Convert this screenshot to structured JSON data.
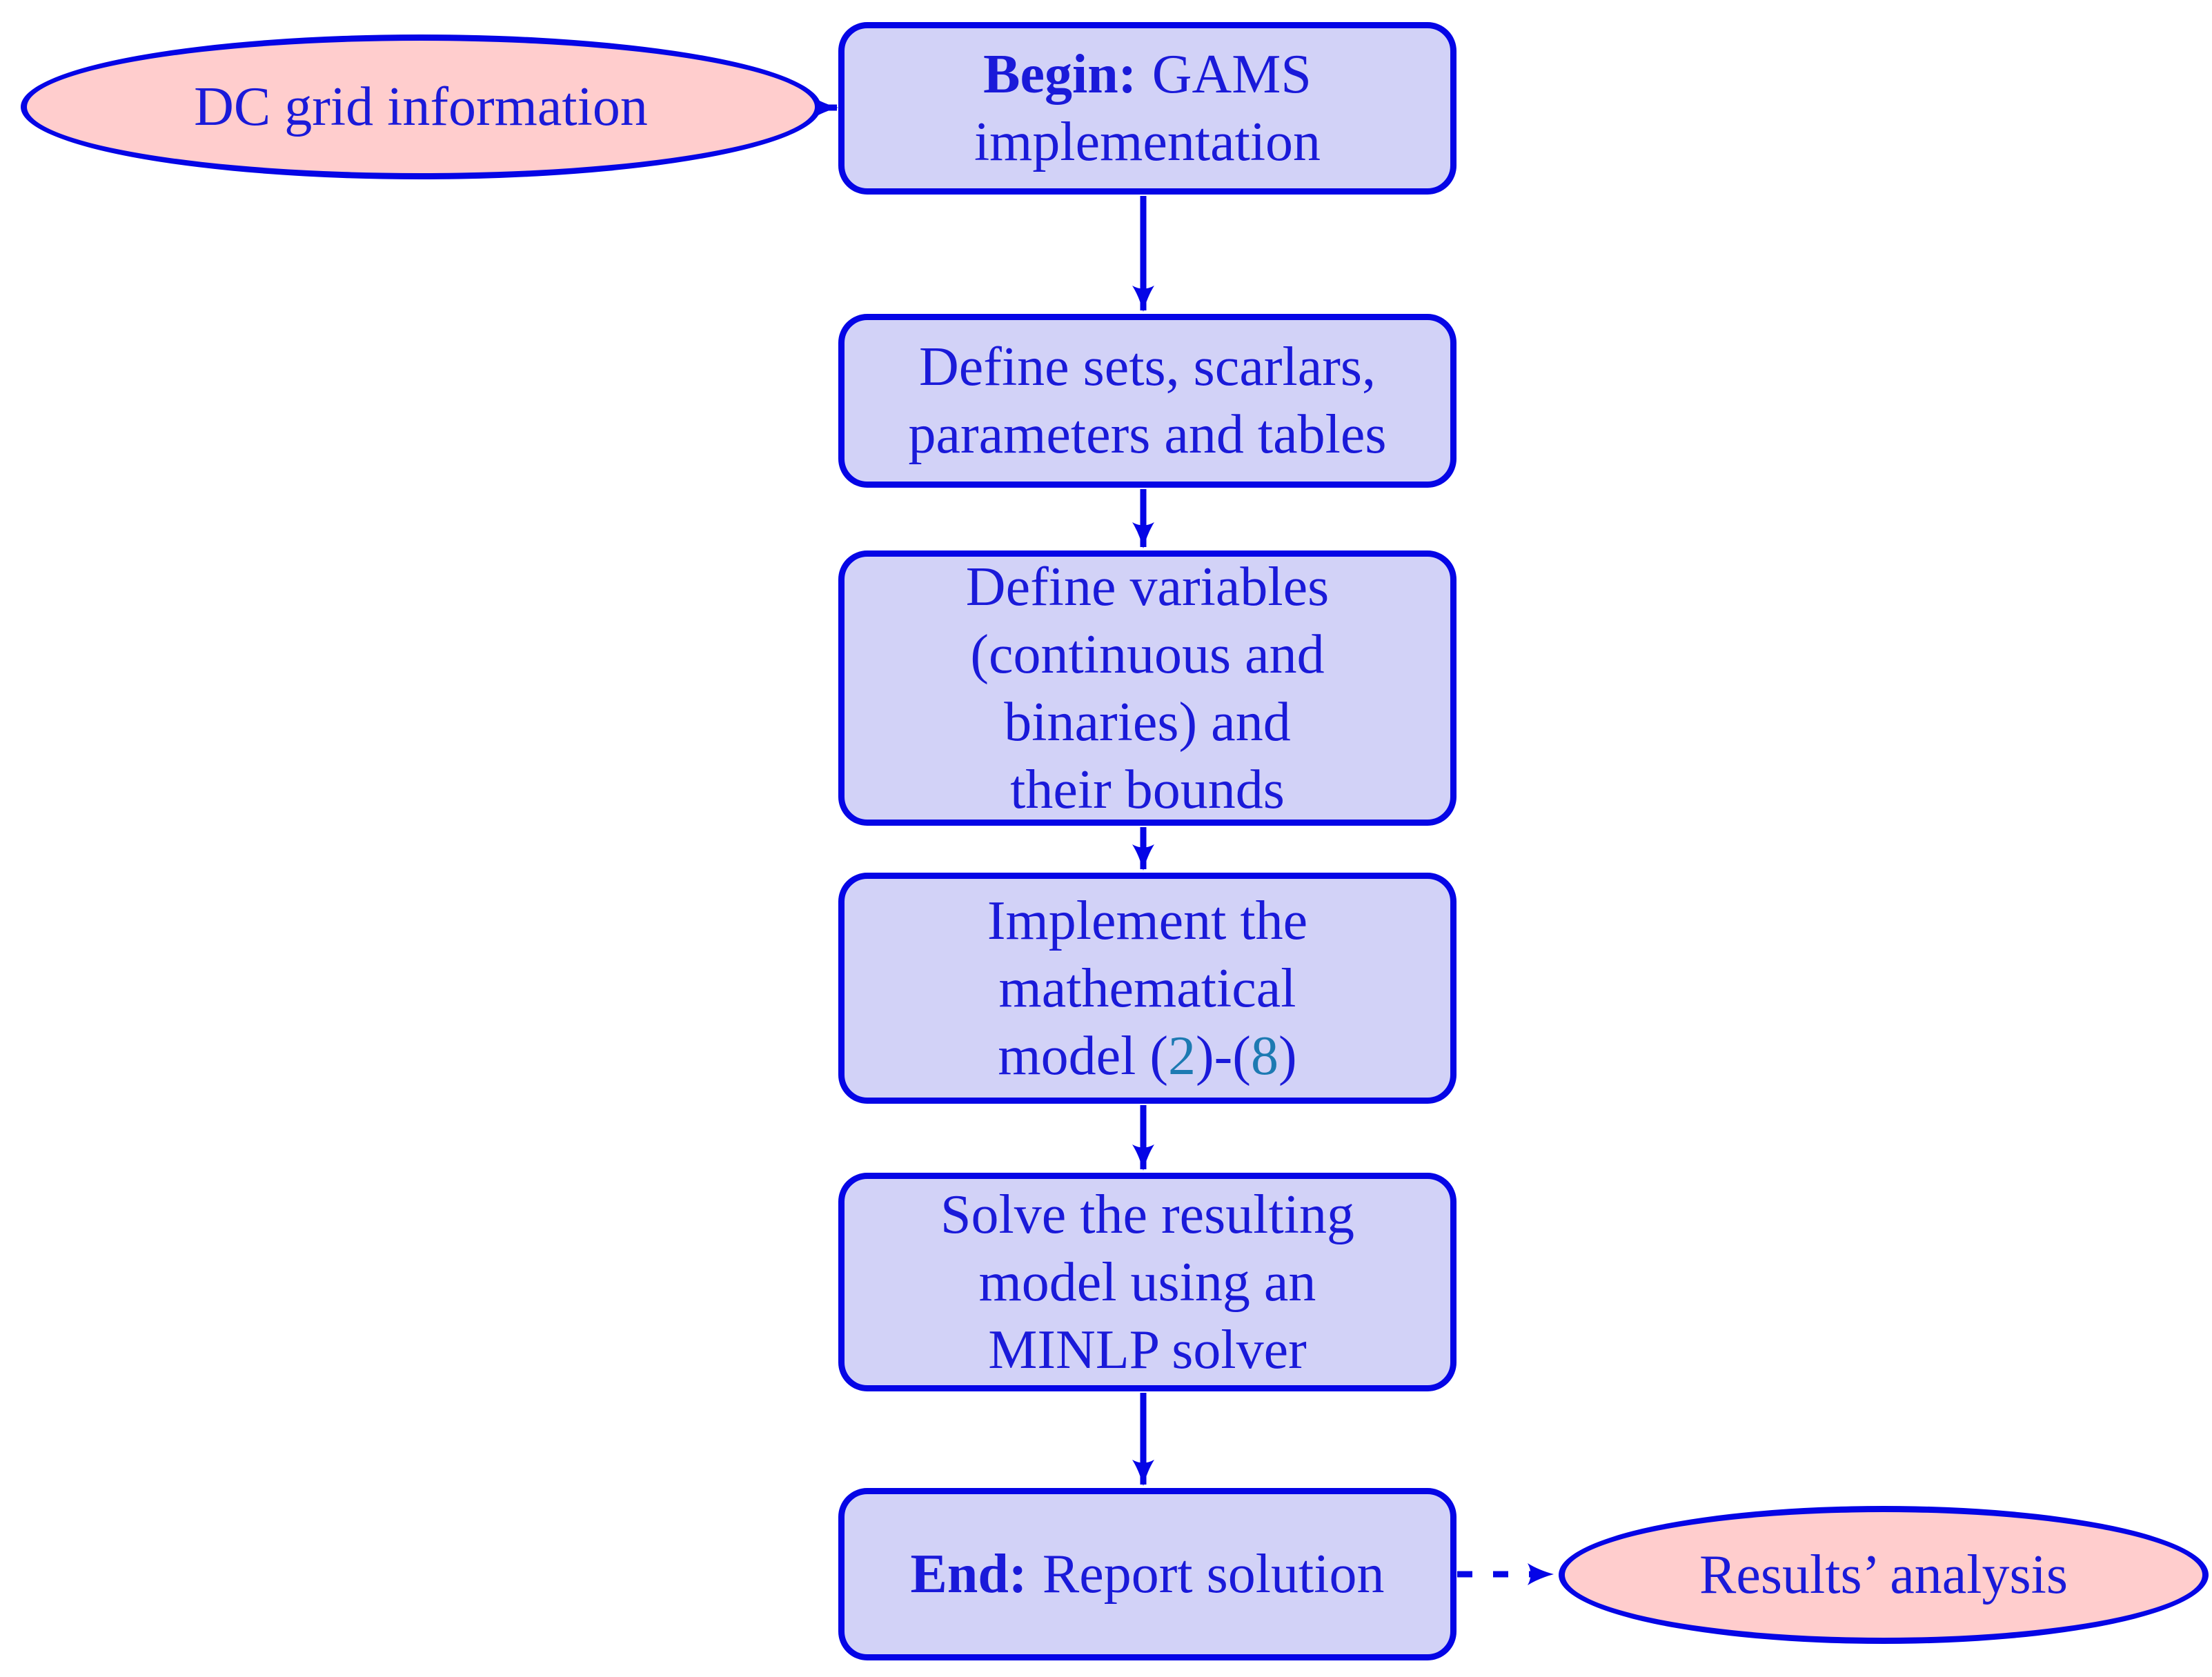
{
  "diagram": {
    "title": "GAMS implementation flowchart",
    "colors": {
      "box_fill": "#d2d2f7",
      "ellipse_fill": "#ffcdcd",
      "border_blue": "#0505e6",
      "text_blue": "#1a1ad9",
      "reference_teal": "#1d7ab2",
      "background": "#ffffff"
    },
    "nodes": {
      "dc_grid": {
        "label": "DC grid information"
      },
      "begin": {
        "bold": "Begin:",
        "after_bold": "GAMS",
        "line2": "implementation"
      },
      "define_sets": {
        "line1": "Define sets, scarlars,",
        "line2": "parameters and tables"
      },
      "define_variables": {
        "line1": "Define variables",
        "line2": "(continuous and",
        "line3": "binaries) and",
        "line4": "their bounds"
      },
      "implement_model": {
        "line1": "Implement the",
        "line2": "mathematical",
        "line3_prefix": "model (",
        "ref_first": "2",
        "line3_middle": ")-(",
        "ref_last": "8",
        "line3_suffix": ")"
      },
      "solve_model": {
        "line1": "Solve the resulting",
        "line2": "model using an",
        "line3": "MINLP solver"
      },
      "end": {
        "bold": "End:",
        "after_bold": "Report solution"
      },
      "results": {
        "label": "Results’ analysis"
      }
    }
  }
}
